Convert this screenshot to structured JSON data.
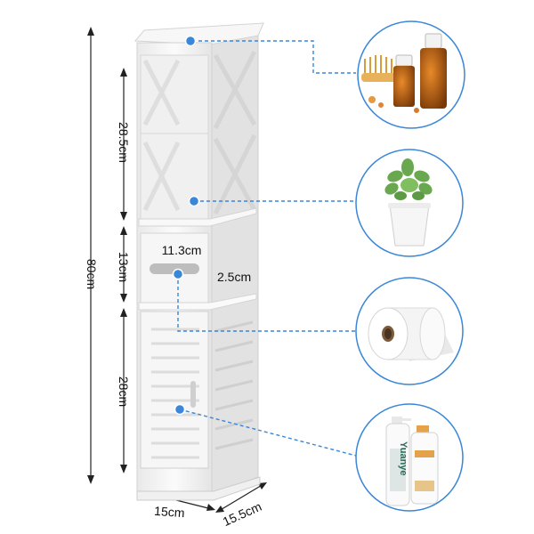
{
  "dimensions": {
    "total_height": "80cm",
    "shelf_height": "28.5cm",
    "drawer_height": "13cm",
    "cabinet_height": "28cm",
    "slot_width": "11.3cm",
    "slot_height": "2.5cm",
    "width": "15cm",
    "depth": "15.5cm"
  },
  "callouts": [
    {
      "name": "essential-oils-and-comb",
      "icon": "oil-bottles-icon"
    },
    {
      "name": "potted-plant",
      "icon": "plant-icon"
    },
    {
      "name": "toilet-paper-roll",
      "icon": "toilet-roll-icon"
    },
    {
      "name": "shampoo-bottles",
      "icon": "bottles-icon"
    }
  ],
  "product_text": {
    "shampoo_brand": "Yuanye"
  },
  "colors": {
    "dimension_lines": "#222222",
    "callout_lines": "#3a86d8",
    "marker_dots": "#3a86d8",
    "cabinet": "#f4f4f4",
    "circle_border": "#3a86d8"
  }
}
